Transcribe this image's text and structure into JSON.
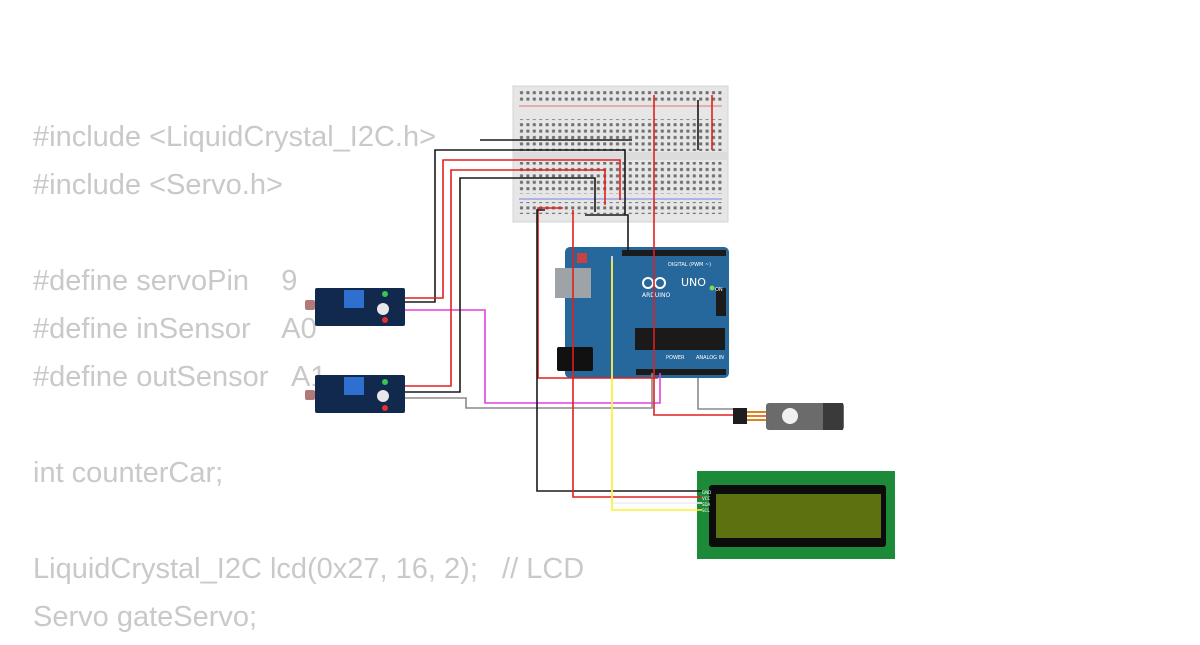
{
  "code_lines": [
    "#include <LiquidCrystal_I2C.h>",
    "#include <Servo.h>",
    "",
    "#define servoPin    9",
    "#define inSensor    A0",
    "#define outSensor   A1",
    "",
    "int counterCar;",
    "",
    "LiquidCrystal_I2C lcd(0x27, 16, 2);   // LCD",
    "Servo gateServo;"
  ],
  "arduino": {
    "brand": "ARDUINO",
    "model": "UNO",
    "digital_label": "DIGITAL (PWM ~)",
    "power_label": "POWER",
    "analog_label": "ANALOG IN",
    "on_label": "ON"
  },
  "lcd_pins": [
    "GND",
    "VCC",
    "SDA",
    "SCL"
  ],
  "colors": {
    "arduino_blue": "#27689c",
    "sensor_blue": "#12294e",
    "lcd_green": "#1d8a3a",
    "lcd_screen": "#5d7110",
    "wire_red": "#e02020",
    "wire_black": "#1a1a1a",
    "wire_magenta": "#e040e0",
    "wire_yellow": "#ffee33",
    "wire_gray": "#8a8a8a",
    "code_text": "#c9c9c9"
  }
}
